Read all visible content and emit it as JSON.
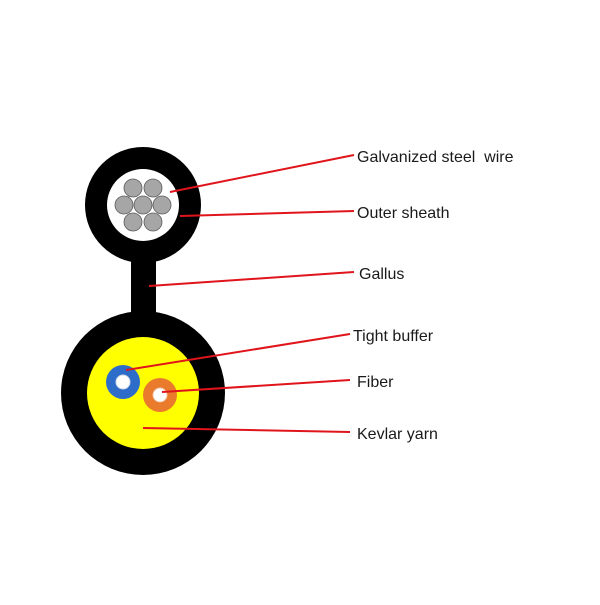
{
  "labels": {
    "galvanized_steel_wire": "Galvanized steel  wire",
    "outer_sheath": "Outer sheath",
    "gallus": "Gallus",
    "tight_buffer": "Tight buffer",
    "fiber": "Fiber",
    "kevlar_yarn": "Kevlar yarn"
  },
  "colors": {
    "background": "#ffffff",
    "sheath": "#000000",
    "steel_core_bg": "#ffffff",
    "steel_strand": "#a6a6a6",
    "kevlar": "#ffff00",
    "blue_buffer": "#2e6cc9",
    "orange_buffer": "#ea7a2c",
    "leader_line": "#e0141b"
  }
}
